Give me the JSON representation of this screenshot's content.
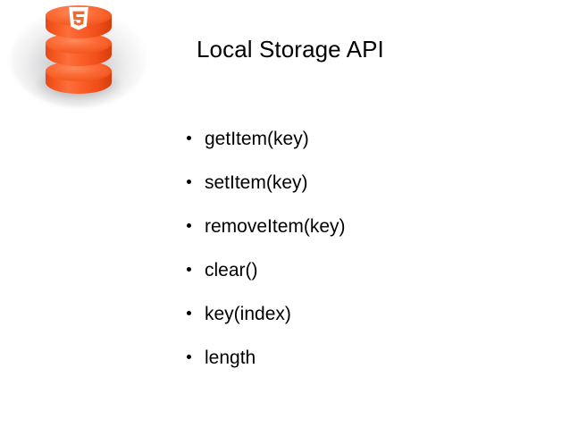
{
  "slide": {
    "background_color": "#ffffff",
    "title": "Local Storage API",
    "icon": {
      "name": "html5-local-storage-database-icon",
      "glyph_text": "5",
      "accent_color": "#f85f27",
      "shadow_color": "#6d6d72"
    },
    "bullets": [
      {
        "label": "getItem(key)"
      },
      {
        "label": "setItem(key)"
      },
      {
        "label": "removeItem(key)"
      },
      {
        "label": "clear()"
      },
      {
        "label": "key(index)"
      },
      {
        "label": "length"
      }
    ]
  }
}
